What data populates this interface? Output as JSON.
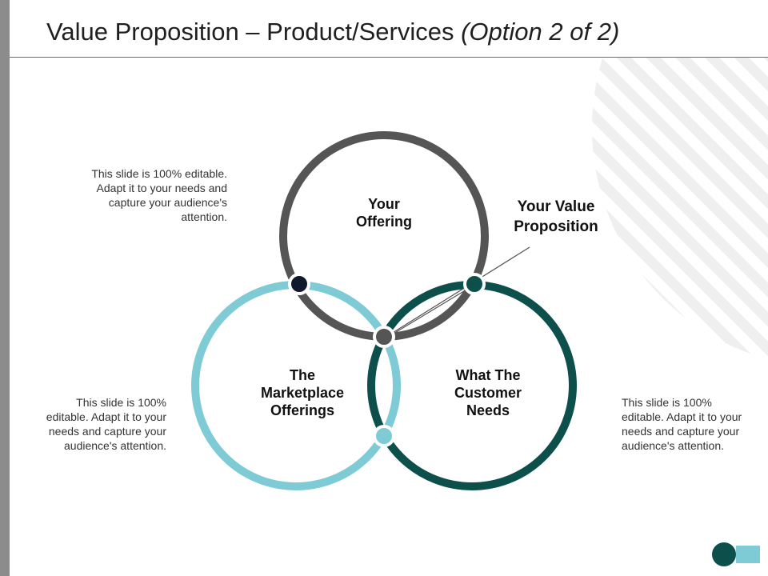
{
  "slide": {
    "title_main": "Value Proposition – Product/Services",
    "title_sub": "(Option 2 of 2)"
  },
  "diagram": {
    "circles": [
      {
        "id": "offering",
        "label_lines": [
          "Your",
          "Offering"
        ],
        "color": "#555555"
      },
      {
        "id": "marketplace",
        "label_lines": [
          "The",
          "Marketplace",
          "Offerings"
        ],
        "color": "#7ecbd5"
      },
      {
        "id": "customer",
        "label_lines": [
          "What The",
          "Customer",
          "Needs"
        ],
        "color": "#0d4f4a"
      }
    ],
    "value_proposition_lines": [
      "Your Value",
      "Proposition"
    ],
    "intersection_colors": {
      "top_left": "#0e1a2b",
      "top_right": "#0d4f4a",
      "center": "#555555",
      "bottom": "#7ecbd5"
    }
  },
  "notes": {
    "top_left": [
      "This slide is 100% editable.",
      "Adapt it to your needs and",
      "capture your audience's",
      "attention."
    ],
    "bottom_left": [
      "This slide is 100%",
      "editable. Adapt it to your",
      "needs and capture your",
      "audience's attention."
    ],
    "bottom_right": [
      "This slide is 100%",
      "editable. Adapt it to your",
      "needs and capture your",
      "audience's attention."
    ]
  },
  "theme": {
    "stripe_color": "#efefef",
    "left_bar_color": "#8c8c8c"
  }
}
